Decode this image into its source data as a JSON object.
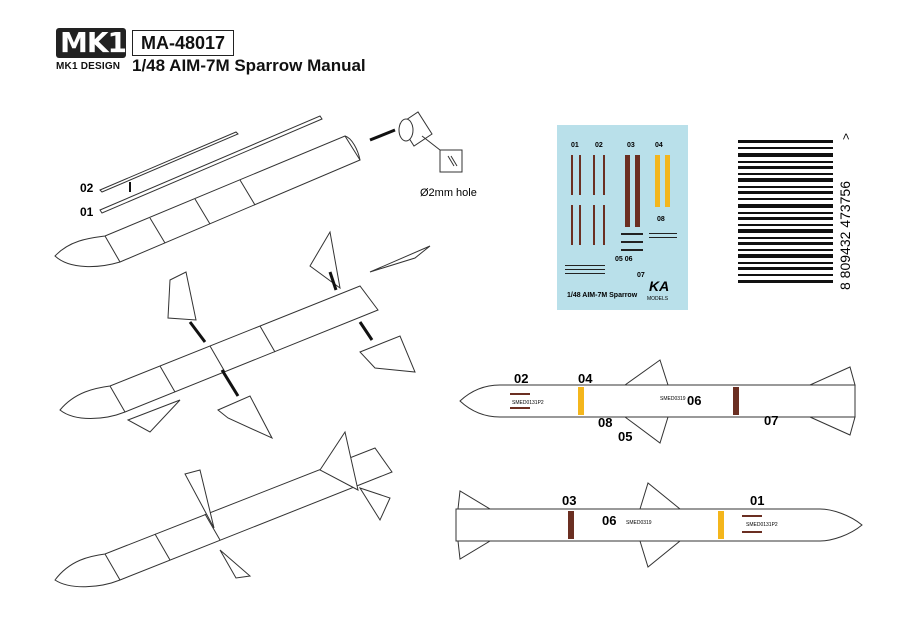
{
  "header": {
    "logo_mark": "MK1",
    "logo_sub": "MK1 DESIGN",
    "product_code": "MA-48017",
    "title": "1/48 AIM-7M Sparrow Manual"
  },
  "assembly": {
    "part_02": "02",
    "part_01": "01",
    "hole_note": "Ø2mm hole"
  },
  "decal_sheet": {
    "col_labels": [
      "01",
      "02",
      "03",
      "04"
    ],
    "label_08": "08",
    "label_05_06": "05 06",
    "label_07": "07",
    "footer": "1/48 AIM-7M Sparrow",
    "brand": "KA",
    "brand_sub": "MODELS",
    "colors": {
      "background": "#b9e0ea",
      "brown": "#6b2f22",
      "yellow": "#f4b61c",
      "black": "#111111"
    }
  },
  "barcode": {
    "digits": "8 809432 473756",
    "chevron": ">"
  },
  "placement_top": {
    "labels": {
      "a": "02",
      "b": "04",
      "c": "08",
      "d": "05",
      "e": "06",
      "f": "07"
    },
    "stencil_1": "SMED0131P2",
    "stencil_2": "SMED0319"
  },
  "placement_bottom": {
    "labels": {
      "a": "03",
      "b": "06",
      "c": "01"
    },
    "stencil_1": "SMED0319",
    "stencil_2": "SMED0131P2"
  }
}
